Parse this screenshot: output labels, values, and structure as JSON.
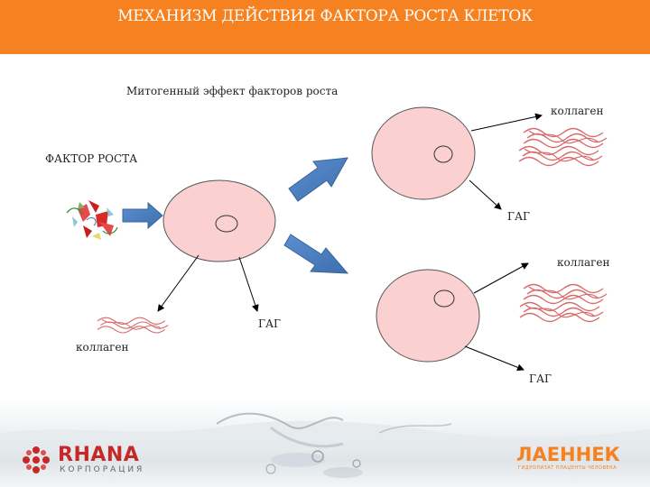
{
  "header": {
    "title": "МЕХАНИЗМ ДЕЙСТВИЯ ФАКТОРА РОСТА КЛЕТОК"
  },
  "diagram": {
    "subtitle": "Митогенный эффект факторов роста",
    "factor_label": "ФАКТОР РОСТА",
    "labels": {
      "collagen_top": "коллаген",
      "gag_top": "ГАГ",
      "collagen_mid": "коллаген",
      "gag_left": "ГАГ",
      "collagen_left": "коллаген",
      "gag_bottom": "ГАГ"
    }
  },
  "logos": {
    "rhana_name": "RHANA",
    "rhana_sub": "КОРПОРАЦИЯ",
    "laennek_name": "ЛАЕННЕК",
    "laennek_sub": "ГИДРОЛИЗАТ ПЛАЦЕНТЫ ЧЕЛОВЕКА"
  },
  "colors": {
    "header": "#f58120",
    "cell_fill": "#fbd0d0",
    "arrow_fill": "#4a7ec0",
    "fiber": "#d96a6a"
  }
}
